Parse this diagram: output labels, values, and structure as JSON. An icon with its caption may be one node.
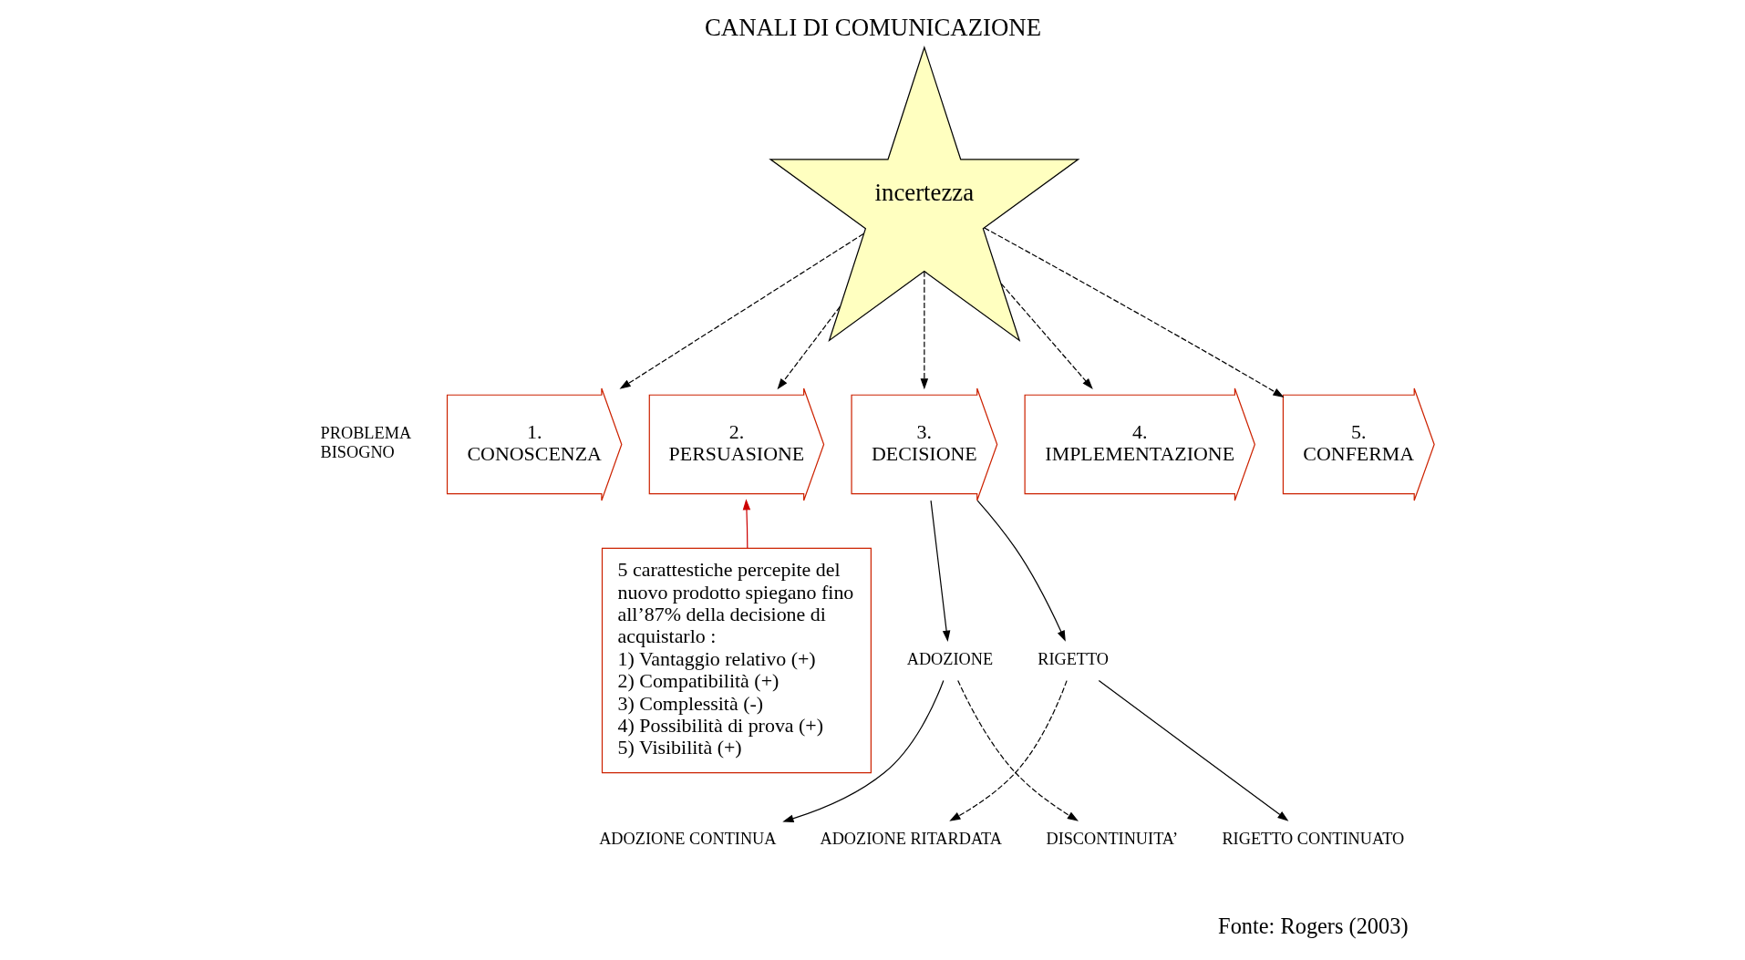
{
  "diagram": {
    "title": "CANALI DI COMUNICAZIONE",
    "caption": "Fonte: Rogers (2003)",
    "nodes": [
      {
        "text": [
          "incertezza"
        ]
      },
      {
        "text": [
          "1. CONOSCENZA"
        ]
      },
      {
        "text": [
          "2. PERSUASIONE"
        ]
      },
      {
        "text": [
          "3. DECISIONE"
        ]
      },
      {
        "text": [
          "4. IMPLEMENTAZIONE"
        ]
      },
      {
        "text": [
          "5. CONFERMA"
        ]
      },
      {
        "text": [
          "5 carattestiche percepite del nuovo prodotto spiegano fino all’87% della decisione di acquistarlo :",
          "1) Vantaggio relativo (+)",
          "2) Compatibilità (+)",
          "3) Complessità (-)",
          "4) Possibilità di prova (+)",
          "5) Visibilità (+)"
        ]
      },
      {
        "text": [
          "ADOZIONE"
        ]
      },
      {
        "text": [
          "RIGETTO"
        ]
      },
      {
        "text": [
          "ADOZIONE CONTINUA"
        ]
      },
      {
        "text": [
          "ADOZIONE RITARDATA"
        ]
      },
      {
        "text": [
          "DISCONTINUITA’"
        ]
      },
      {
        "text": [
          "RIGETTO CONTINUATO"
        ]
      }
    ],
    "edges": [
      {
        "from": 0,
        "to": 1,
        "arrow": "to",
        "style": "dashed"
      },
      {
        "from": 0,
        "to": 2,
        "arrow": "to",
        "style": "dashed"
      },
      {
        "from": 0,
        "to": 3,
        "arrow": "to",
        "style": "dashed"
      },
      {
        "from": 0,
        "to": 4,
        "arrow": "to",
        "style": "dashed"
      },
      {
        "from": 0,
        "to": 5,
        "arrow": "to",
        "style": "dashed"
      },
      {
        "from": 6,
        "to": 2,
        "arrow": "to",
        "color": "#cc0000"
      },
      {
        "from": 3,
        "to": 7,
        "arrow": "to"
      },
      {
        "from": 3,
        "to": 8,
        "arrow": "to"
      },
      {
        "from": 7,
        "to": 9,
        "arrow": "to"
      },
      {
        "from": 7,
        "to": 11,
        "arrow": "to",
        "style": "dashed"
      },
      {
        "from": 8,
        "to": 10,
        "arrow": "to",
        "style": "dashed"
      },
      {
        "from": 8,
        "to": 12,
        "arrow": "to"
      }
    ],
    "labels": [
      "PROBLEMA",
      "BISOGNO"
    ]
  }
}
